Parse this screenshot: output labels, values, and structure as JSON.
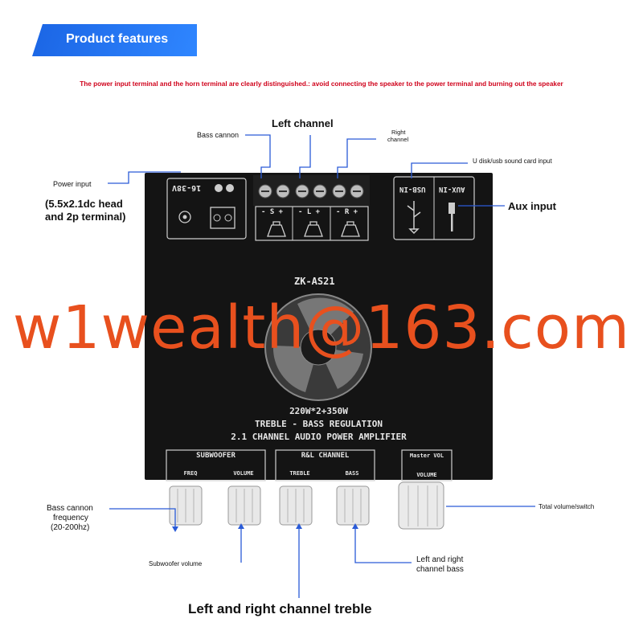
{
  "banner": {
    "title": "Product features"
  },
  "warning": "The power input terminal and the horn terminal are clearly distinguished.: avoid connecting the speaker to the power terminal and burning out the speaker",
  "callouts": {
    "left_channel": "Left channel",
    "bass_cannon": "Bass cannon",
    "right_channel_1": "Right",
    "right_channel_2": "channel",
    "usb_input": "U disk/usb sound card input",
    "power_input": "Power input",
    "power_detail_1": "(5.5x2.1dc head",
    "power_detail_2": "and 2p terminal)",
    "aux_input": "Aux input",
    "bass_freq_1": "Bass cannon",
    "bass_freq_2": "frequency",
    "bass_freq_3": "(20-200hz)",
    "total_volume": "Total volume/switch",
    "sub_volume": "Subwoofer volume",
    "lr_bass_1": "Left and right",
    "lr_bass_2": "channel bass",
    "lr_treble": "Left and right channel treble"
  },
  "board": {
    "voltage": "16-38V",
    "terminal_s": "- S +",
    "terminal_l": "- L +",
    "terminal_r": "- R +",
    "usb_label": "USB-IN",
    "aux_label": "AUX-IN",
    "model": "ZK-AS21",
    "line1": "220W*2+350W",
    "line2": "TREBLE - BASS REGULATION",
    "line3": "2.1 CHANNEL AUDIO POWER AMPLIFIER",
    "subwoofer_title": "SUBWOOFER",
    "rl_title": "R&L CHANNEL",
    "master_title": "Master VOL",
    "knob_freq": "FREQ",
    "knob_volume": "VOLUME",
    "knob_treble": "TREBLE",
    "knob_bass": "BASS",
    "knob_master": "VOLUME"
  },
  "watermark": "w1wealth@163.com",
  "colors": {
    "banner": "#2a7bf2",
    "warning": "#d0021b",
    "watermark": "#e8501e",
    "board": "#141414",
    "callout_line": "#2a5bd7"
  }
}
